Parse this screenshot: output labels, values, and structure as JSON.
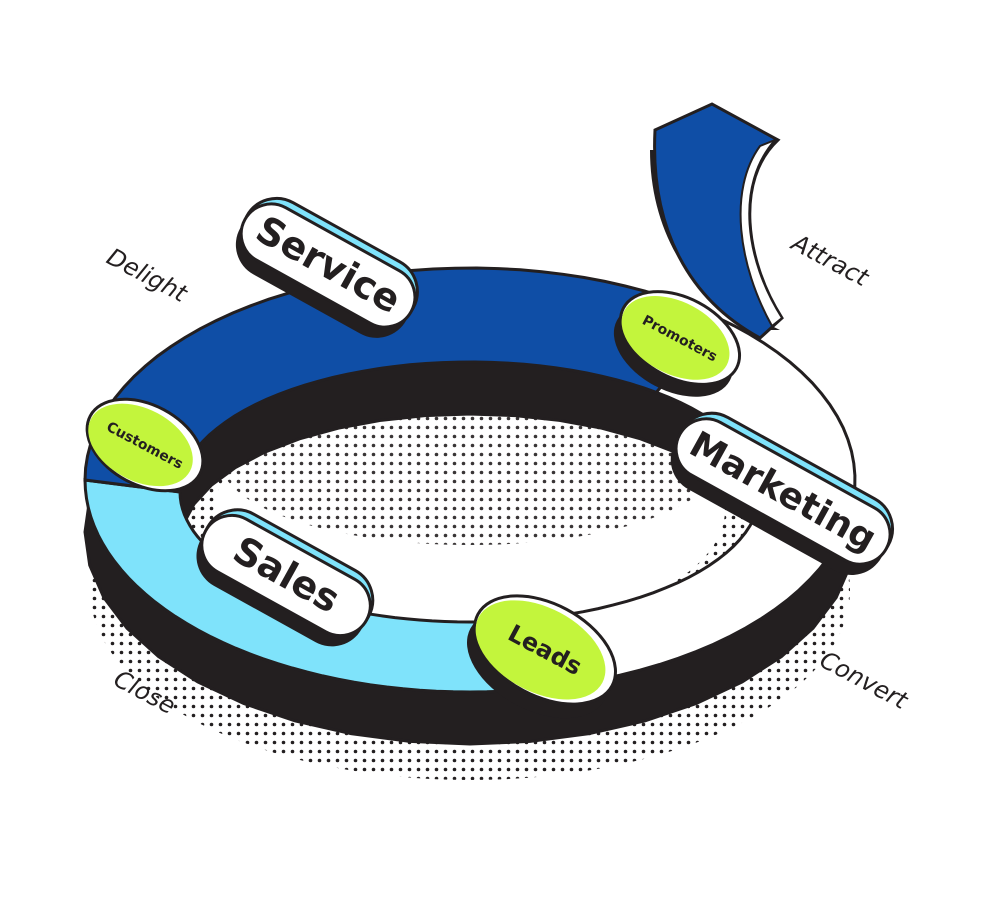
{
  "title": "Flywheel",
  "stages": {
    "attract": "Attract",
    "convert": "Convert",
    "close": "Close",
    "delight": "Delight"
  },
  "teams": {
    "service": "Service",
    "marketing": "Marketing",
    "sales": "Sales"
  },
  "groups": {
    "promoters": "Promoters",
    "customers": "Customers",
    "leads": "Leads"
  },
  "colors": {
    "dark_blue": "#0f4ea6",
    "light_blue": "#7fe3fb",
    "lime": "#c3f53c",
    "ink": "#231f20"
  }
}
